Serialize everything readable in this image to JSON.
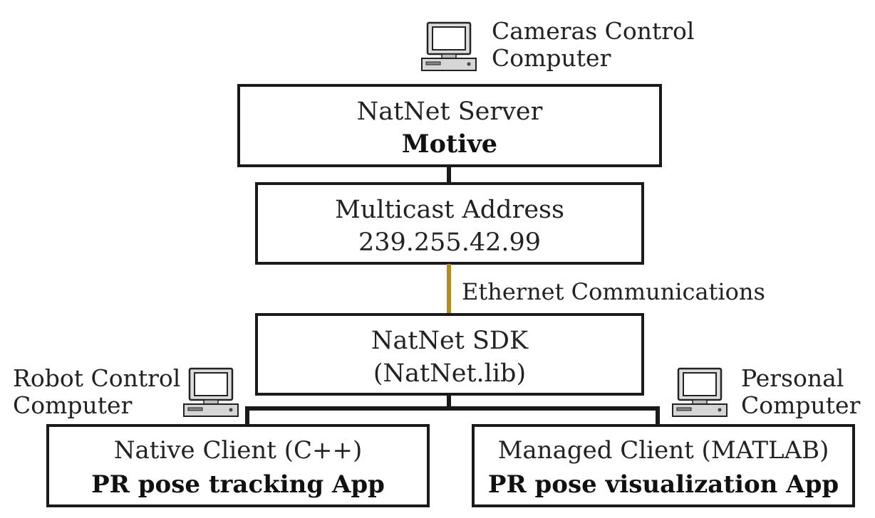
{
  "top_computer": {
    "icon": "desktop-computer-icon",
    "label_line1": "Cameras Control",
    "label_line2": "Computer"
  },
  "server_box": {
    "title": "NatNet Server",
    "subtitle": "Motive"
  },
  "multicast_box": {
    "title": "Multicast Address",
    "subtitle": "239.255.42.99"
  },
  "ethernet": {
    "label": "Ethernet Communications",
    "color": "#b08d1e"
  },
  "sdk_box": {
    "title": "NatNet SDK",
    "subtitle": "(NatNet.lib)"
  },
  "left_computer": {
    "icon": "desktop-computer-icon",
    "label_line1": "Robot Control",
    "label_line2": "Computer"
  },
  "right_computer": {
    "icon": "desktop-computer-icon",
    "label_line1": "Personal",
    "label_line2": "Computer"
  },
  "native_client_box": {
    "title": "Native Client (C++)",
    "subtitle": "PR pose tracking App"
  },
  "managed_client_box": {
    "title": "Managed Client (MATLAB)",
    "subtitle": "PR pose visualization App"
  }
}
